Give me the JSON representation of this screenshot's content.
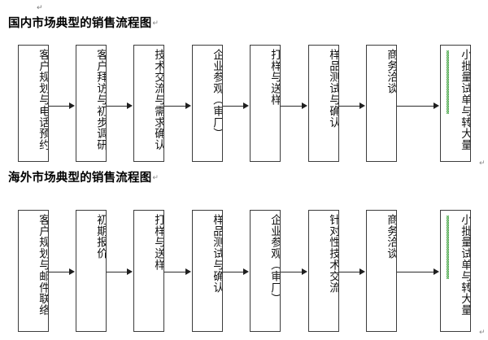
{
  "document": {
    "paragraph_mark": "↵",
    "sections": [
      {
        "heading": "国内市场典型的销售流程图",
        "nodes": [
          {
            "label": "客户规划与电话预约",
            "mark": "↵",
            "squiggle": false
          },
          {
            "label": "客户拜访与初步调研",
            "mark": "↵",
            "squiggle": false
          },
          {
            "label": "技术交流与需求确认",
            "mark": "↵",
            "squiggle": false
          },
          {
            "label": "企业参观（审厂）",
            "mark": "↵",
            "squiggle": false
          },
          {
            "label": "打样与送样",
            "mark": "↵",
            "squiggle": false
          },
          {
            "label": "样品测试与确认",
            "mark": "↵",
            "squiggle": false
          },
          {
            "label": "商务洽谈",
            "mark": "↵",
            "squiggle": false
          },
          {
            "label": "小批量试单与转大量",
            "mark": "↵",
            "squiggle": true
          }
        ]
      },
      {
        "heading": "海外市场典型的销售流程图",
        "nodes": [
          {
            "label": "客户规划与邮件联络",
            "mark": "↵",
            "squiggle": false
          },
          {
            "label": "初期报价",
            "mark": "↵",
            "squiggle": false
          },
          {
            "label": "打样与送样",
            "mark": "↵",
            "squiggle": false
          },
          {
            "label": "样品测试与确认",
            "mark": "↵",
            "squiggle": false
          },
          {
            "label": "企业参观（审厂）",
            "mark": "↵",
            "squiggle": false
          },
          {
            "label": "针对性技术交流",
            "mark": "↵",
            "squiggle": false
          },
          {
            "label": "商务洽谈",
            "mark": "↵",
            "squiggle": false
          },
          {
            "label": "小批量试单与转大量",
            "mark": "↵",
            "squiggle": true
          }
        ]
      }
    ],
    "colors": {
      "node_border": "#3c3c3c",
      "connector": "#2b2b2b",
      "text": "#111111",
      "grammar_marker": "#4aa84a",
      "background": "#ffffff"
    }
  }
}
